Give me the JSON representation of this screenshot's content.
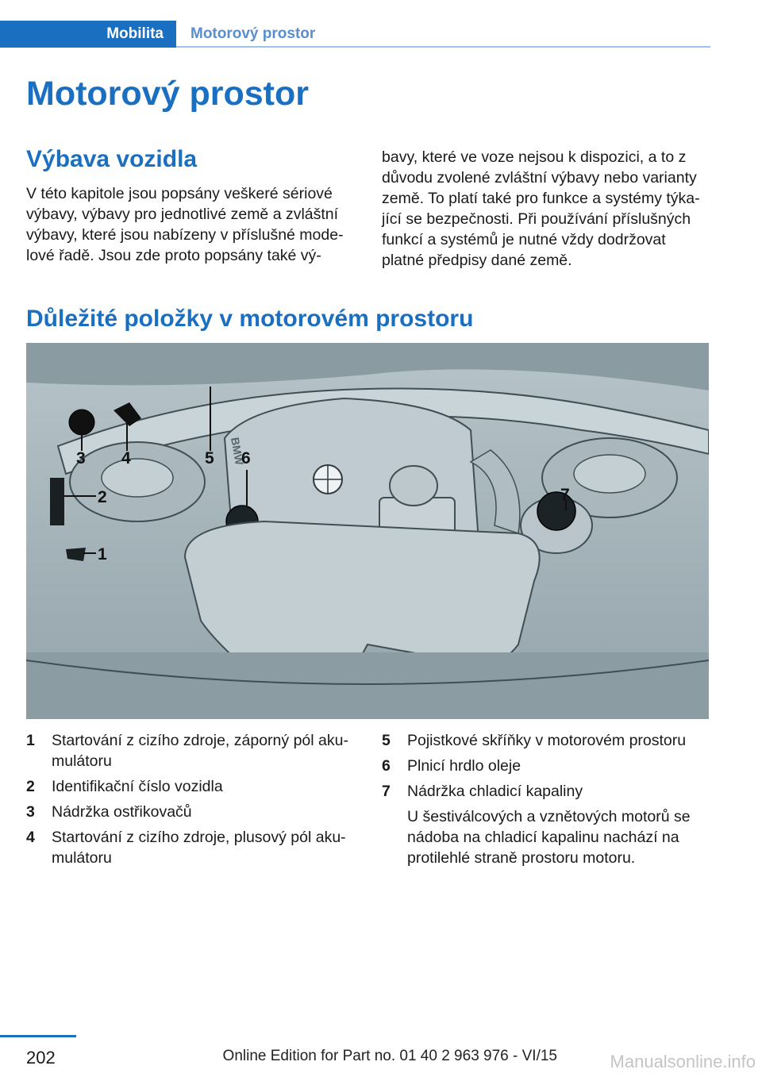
{
  "header": {
    "tab_active": "Mobilita",
    "tab_current": "Motorový prostor"
  },
  "page_title": "Motorový prostor",
  "section_vybava": {
    "title": "Výbava vozidla",
    "col1": "V této kapitole jsou popsány veškeré sériové\nvýbavy, výbavy pro jednotlivé země a zvláštní\nvýbavy, které jsou nabízeny v příslušné mode-\nlové řadě. Jsou zde proto popsány také vý-",
    "col2": "bavy, které ve voze nejsou k dispozici, a to z\ndůvodu zvolené zvláštní výbavy nebo varianty\nzemě. To platí také pro funkce a systémy týka-\njící se bezpečnosti. Při používání příslušných\nfunkcí a systémů je nutné vždy dodržovat\nplatné předpisy dané země."
  },
  "section_polozky": {
    "title": "Důležité položky v motorovém prostoru"
  },
  "figure": {
    "callouts": [
      "1",
      "2",
      "3",
      "4",
      "5",
      "6",
      "7"
    ],
    "logo_text": "BMW"
  },
  "legend": {
    "left": [
      {
        "num": "1",
        "text": "Startování z cizího zdroje, záporný pól aku-\nmulátoru"
      },
      {
        "num": "2",
        "text": "Identifikační číslo vozidla"
      },
      {
        "num": "3",
        "text": "Nádržka ostřikovačů"
      },
      {
        "num": "4",
        "text": "Startování z cizího zdroje, plusový pól aku-\nmulátoru"
      }
    ],
    "right": [
      {
        "num": "5",
        "text": "Pojistkové skříňky v motorovém prostoru"
      },
      {
        "num": "6",
        "text": "Plnicí hrdlo oleje"
      },
      {
        "num": "7",
        "text": "Nádržka chladicí kapaliny"
      }
    ],
    "note": "U šestiválcových a vznětových motorů se\nnádoba na chladicí kapalinu nachází na\nprotilehlé straně prostoru motoru."
  },
  "footer": {
    "page_number": "202",
    "edition": "Online Edition for Part no. 01 40 2 963 976 - VI/15",
    "watermark": "Manualsonline.info"
  }
}
